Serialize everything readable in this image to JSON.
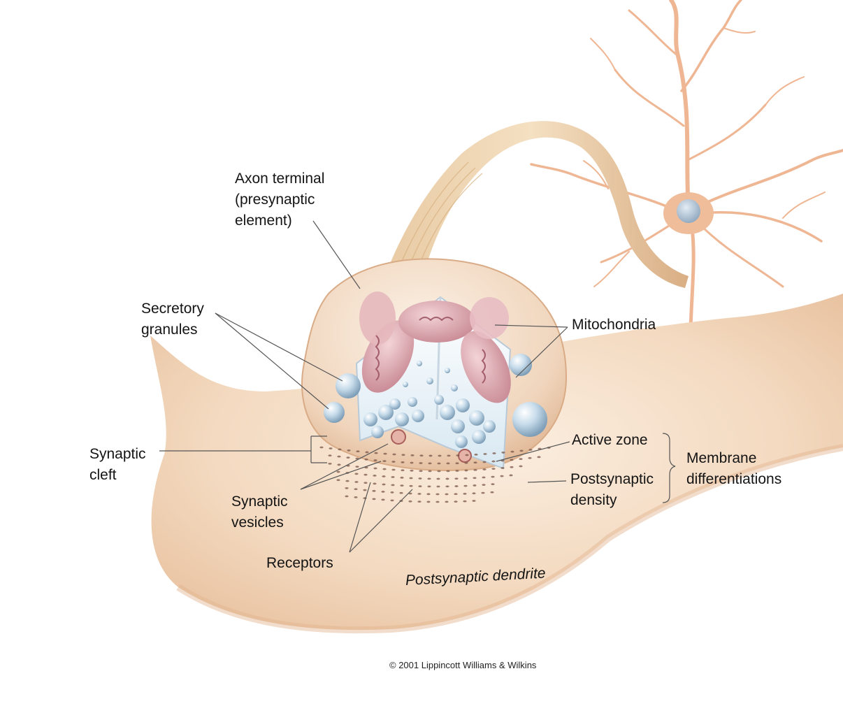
{
  "labels": {
    "axon_terminal": [
      "Axon terminal",
      "(presynaptic",
      "element)"
    ],
    "secretory_granules": [
      "Secretory",
      "granules"
    ],
    "mitochondria": "Mitochondria",
    "synaptic_cleft": [
      "Synaptic",
      "cleft"
    ],
    "active_zone": "Active zone",
    "postsynaptic_density": [
      "Postsynaptic",
      "density"
    ],
    "membrane_differentiations": [
      "Membrane",
      "differentiations"
    ],
    "synaptic_vesicles": [
      "Synaptic",
      "vesicles"
    ],
    "receptors": "Receptors",
    "postsynaptic_dendrite": "Postsynaptic dendrite"
  },
  "copyright": "© 2001 Lippincott Williams & Wilkins",
  "colors": {
    "skin": "#f3d9bf",
    "skin_light": "#fbeee0",
    "neuron": "#efb694",
    "nucleus": "#a9bcd0",
    "vesicle": "#b9d2e4",
    "mito": "#d9a4ad",
    "receptor_dot": "#7a5548",
    "leader": "#555555"
  }
}
